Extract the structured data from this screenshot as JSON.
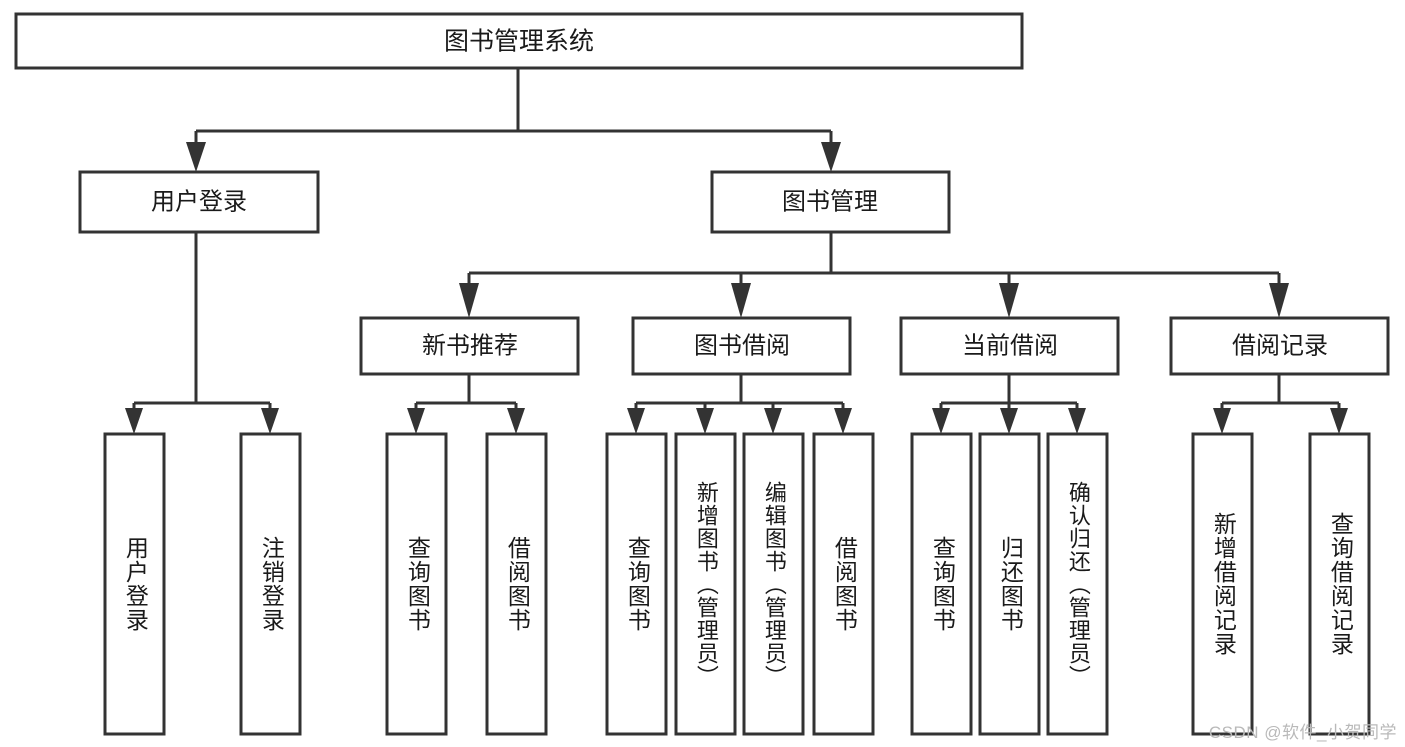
{
  "diagram": {
    "type": "tree-hierarchy-chart",
    "title_node": {
      "label": "图书管理系统"
    },
    "colors": {
      "box_stroke": "#333333",
      "box_fill": "#ffffff",
      "text": "#1a1a1a",
      "watermark": "#b9b9b9",
      "background": "#ffffff"
    },
    "level2": [
      {
        "label": "用户登录"
      },
      {
        "label": "图书管理"
      }
    ],
    "level3": [
      {
        "label": "新书推荐"
      },
      {
        "label": "图书借阅"
      },
      {
        "label": "当前借阅"
      },
      {
        "label": "借阅记录"
      }
    ],
    "leaves": {
      "user_login": [
        {
          "label": "用户登录"
        },
        {
          "label": "注销登录"
        }
      ],
      "new_book_recommend": [
        {
          "label": "查询图书"
        },
        {
          "label": "借阅图书"
        }
      ],
      "book_borrow": [
        {
          "label": "查询图书"
        },
        {
          "label": "新增图书（管理员）"
        },
        {
          "label": "编辑图书（管理员）"
        },
        {
          "label": "借阅图书"
        }
      ],
      "current_borrow": [
        {
          "label": "查询图书"
        },
        {
          "label": "归还图书"
        },
        {
          "label": "确认归还（管理员）"
        }
      ],
      "borrow_record": [
        {
          "label": "新增借阅记录"
        },
        {
          "label": "查询借阅记录"
        }
      ]
    }
  },
  "watermark": {
    "text": "CSDN @软件_小贺同学"
  }
}
